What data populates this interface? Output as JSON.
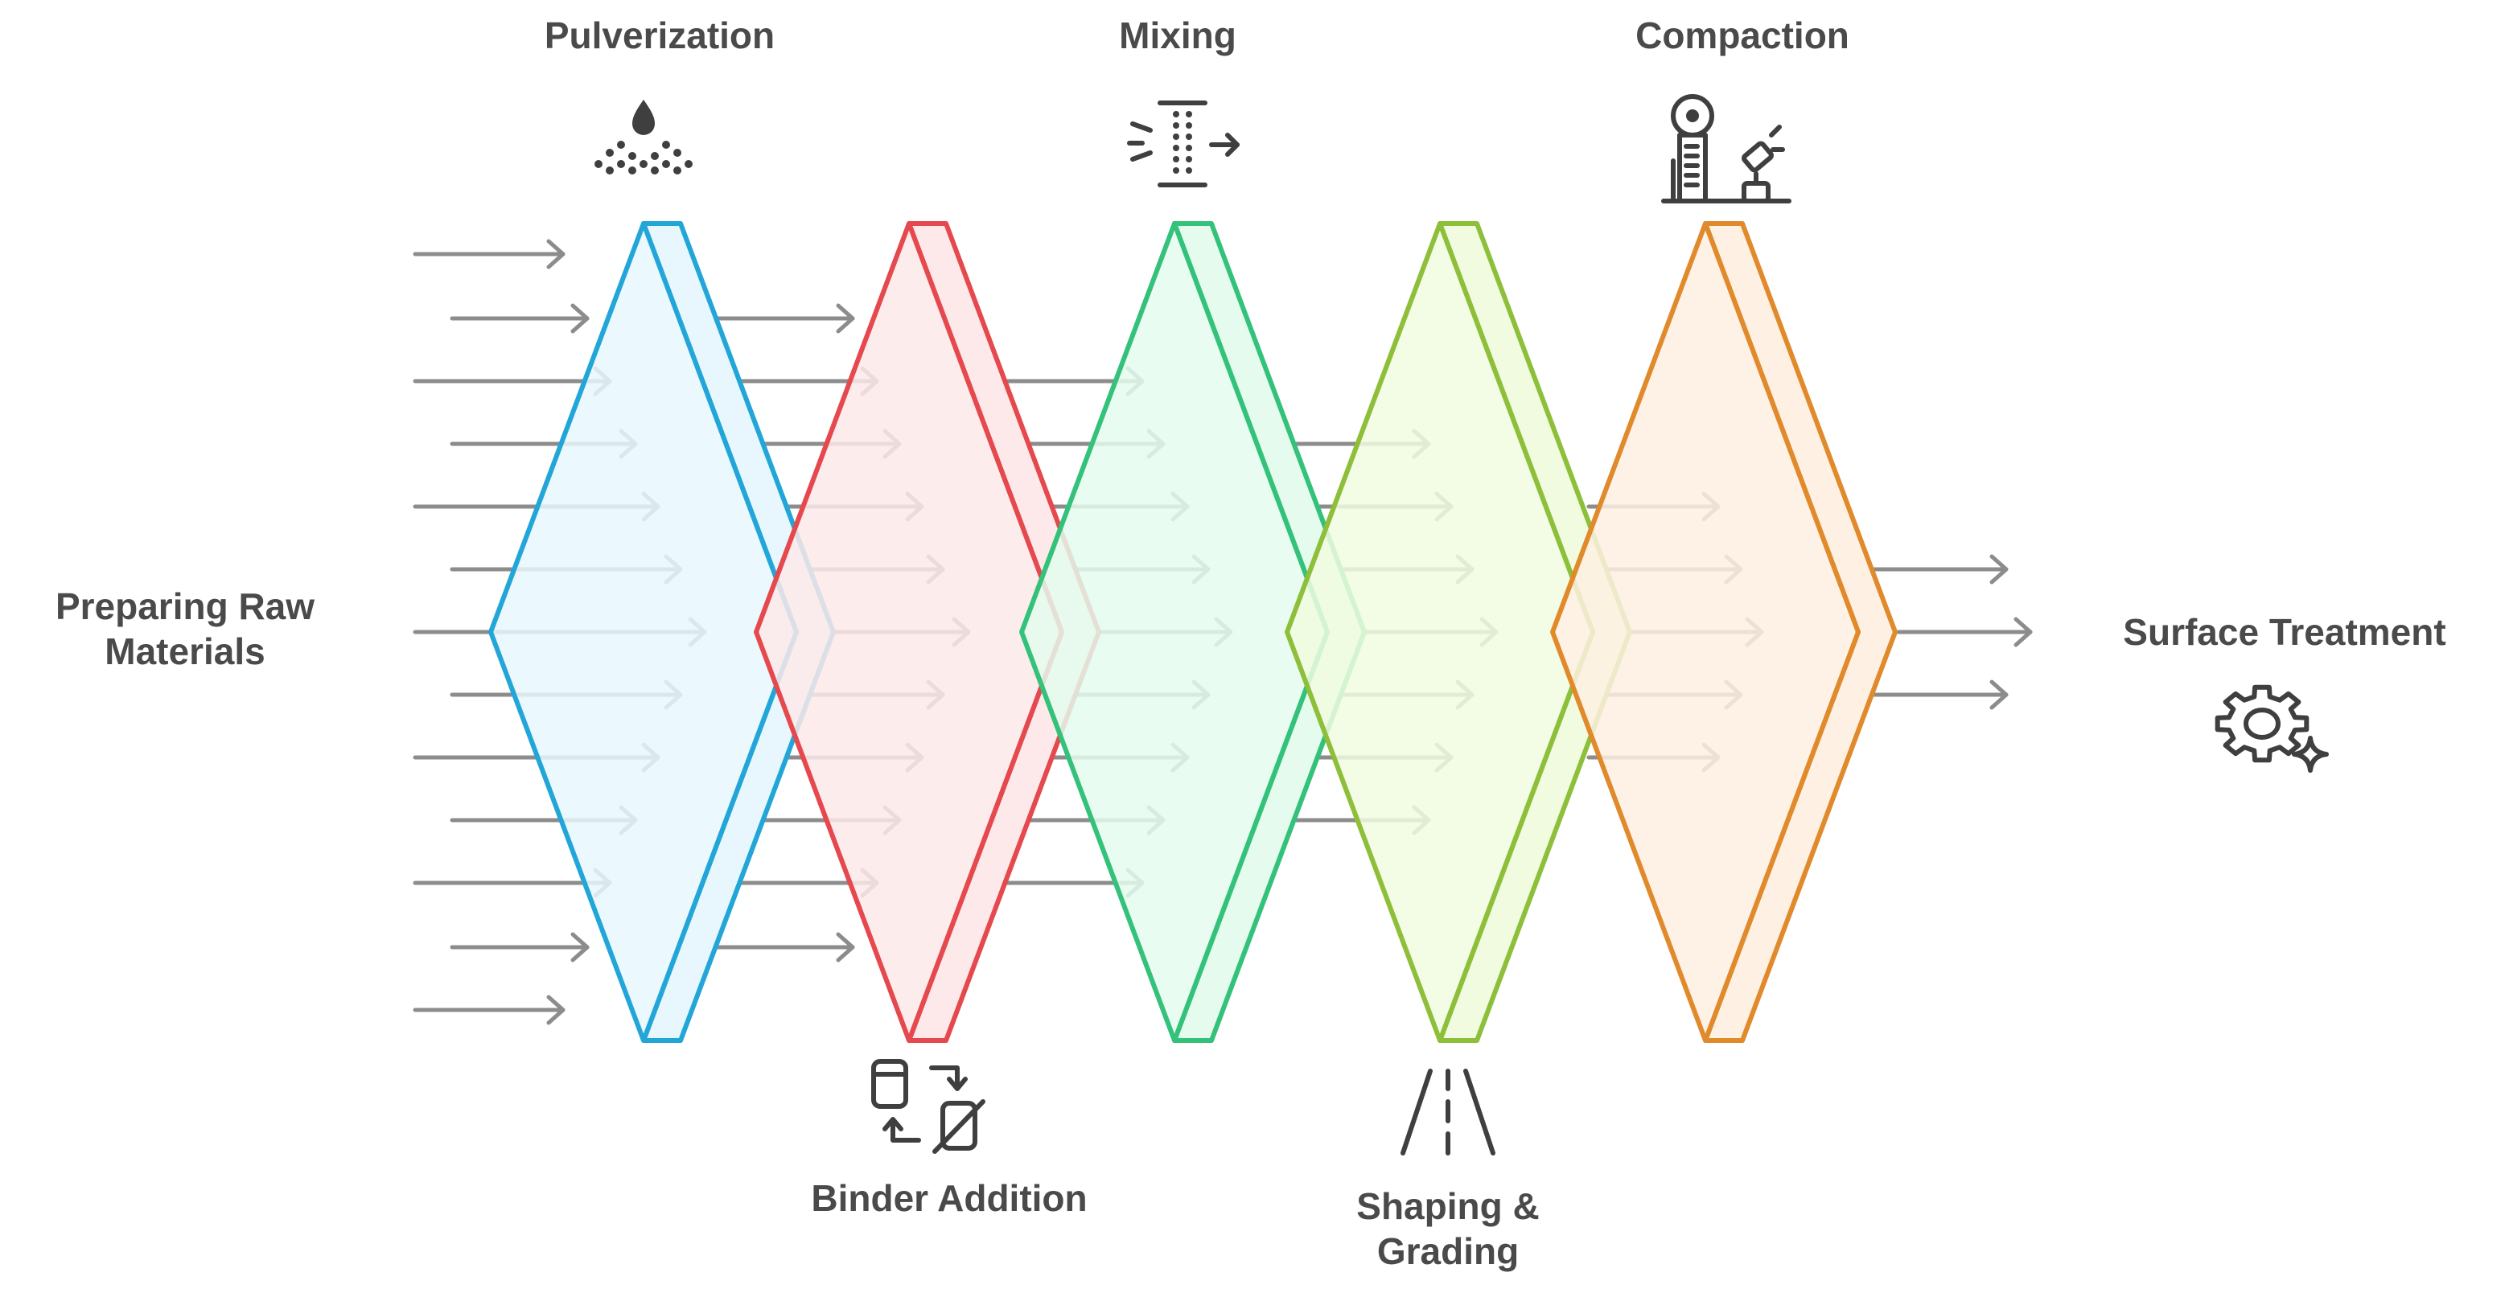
{
  "diagram": {
    "start_label": "Preparing Raw\nMaterials",
    "end_label": "Surface Treatment",
    "stages": [
      {
        "id": "pulverization",
        "label": "Pulverization",
        "icon": "sprinkler-icon",
        "color": "#22a6d8",
        "fill": "#e7f7fd",
        "label_side": "top"
      },
      {
        "id": "binder-addition",
        "label": "Binder Addition",
        "icon": "substitution-arrows-icon",
        "color": "#e5484d",
        "fill": "#fde9e9",
        "label_side": "bottom"
      },
      {
        "id": "mixing",
        "label": "Mixing",
        "icon": "mixing-flow-icon",
        "color": "#34c27a",
        "fill": "#e4fbee",
        "label_side": "top"
      },
      {
        "id": "shaping-grading",
        "label": "Shaping &\nGrading",
        "icon": "road-icon",
        "color": "#8dbf3a",
        "fill": "#f1fbdf",
        "label_side": "bottom"
      },
      {
        "id": "compaction",
        "label": "Compaction",
        "icon": "compaction-machine-icon",
        "color": "#e08a2c",
        "fill": "#fef0e3",
        "label_side": "top"
      }
    ],
    "end_icon": "gear-sparkle-icon",
    "arrow_color": "#8c8c8c"
  }
}
